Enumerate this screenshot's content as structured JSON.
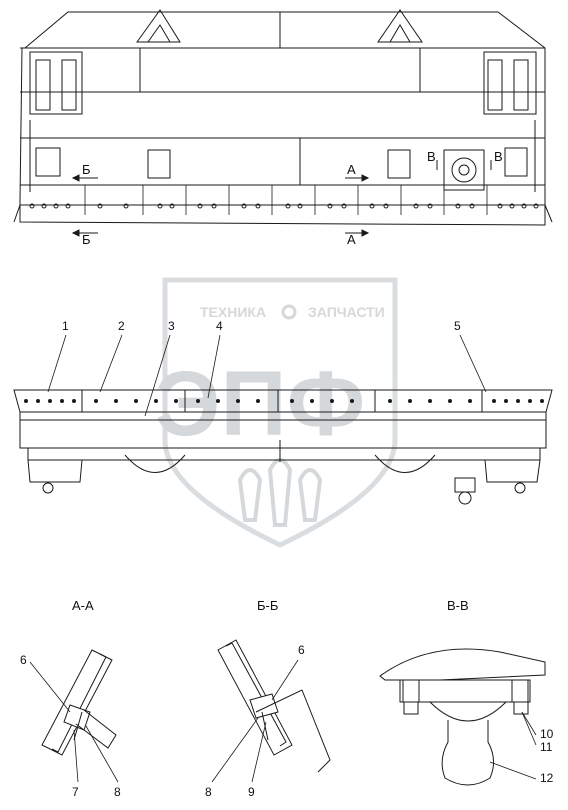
{
  "watermark": {
    "line1": "ТЕХНИКА",
    "line2": "ЗАПЧАСТИ",
    "logo": "ЭПФ",
    "gear_icon": "gear-icon"
  },
  "top_view": {
    "section_marks": [
      "Б",
      "А",
      "В",
      "В"
    ],
    "section_marks_bottom": [
      "Б",
      "А"
    ]
  },
  "front_view": {
    "callouts": [
      "1",
      "2",
      "3",
      "4",
      "5"
    ]
  },
  "sections": {
    "aa": {
      "title": "А-А",
      "callouts": [
        "6",
        "7",
        "8"
      ]
    },
    "bb": {
      "title": "Б-Б",
      "callouts": [
        "6",
        "8",
        "9"
      ]
    },
    "vv": {
      "title": "В-В",
      "callouts": [
        "10",
        "11",
        "12"
      ]
    }
  },
  "colors": {
    "line": "#1a1a1a",
    "watermark": "#d0d4d7",
    "shade": "#8a8a8a"
  }
}
